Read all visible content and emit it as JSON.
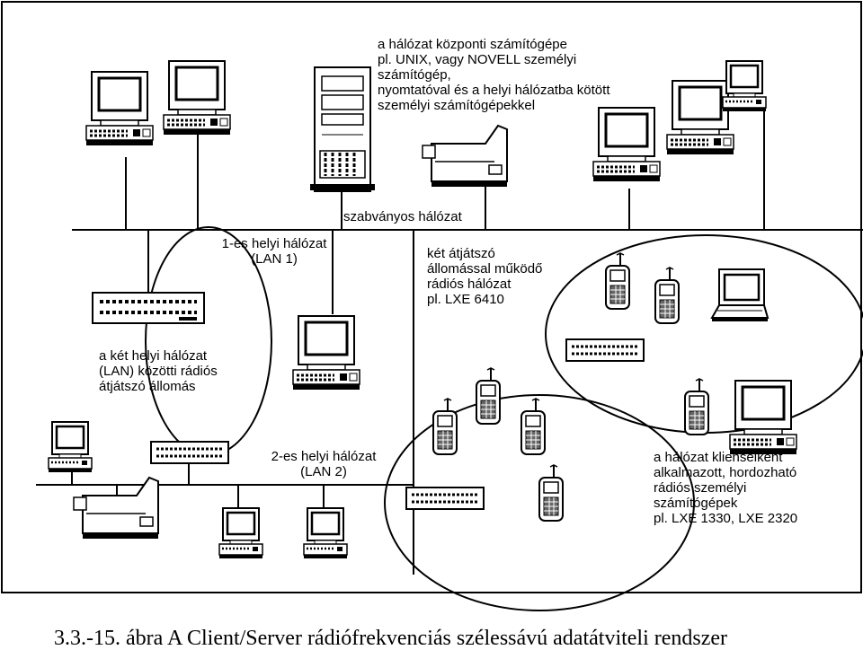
{
  "labels": {
    "central_computer": [
      "a hálózat központi számítógépe",
      "pl. UNIX, vagy NOVELL személyi",
      "számítógép,",
      "nyomtatóval és a helyi hálózatba kötött",
      "személyi számítógépekkel"
    ],
    "standard_network": "szabványos hálózat",
    "lan1": [
      "1-es helyi hálózat",
      "(LAN 1)"
    ],
    "radio_network": [
      "két átjátszó",
      "állomással működő",
      "rádiós hálózat",
      "pl. LXE 6410"
    ],
    "bridge_station": [
      "a két helyi hálózat",
      "(LAN) közötti rádiós",
      "átjátszó állomás"
    ],
    "lan2": [
      "2-es helyi hálózat",
      "(LAN 2)"
    ],
    "clients": [
      "a hálózat klienseiként",
      "alkalmazott, hordozható",
      "rádiós személyi",
      "számítógépek",
      "pl. LXE 1330, LXE 2320"
    ]
  },
  "caption": "3.3.-15. ábra A Client/Server rádiófrekvenciás szélessávú adatátviteli rendszer"
}
